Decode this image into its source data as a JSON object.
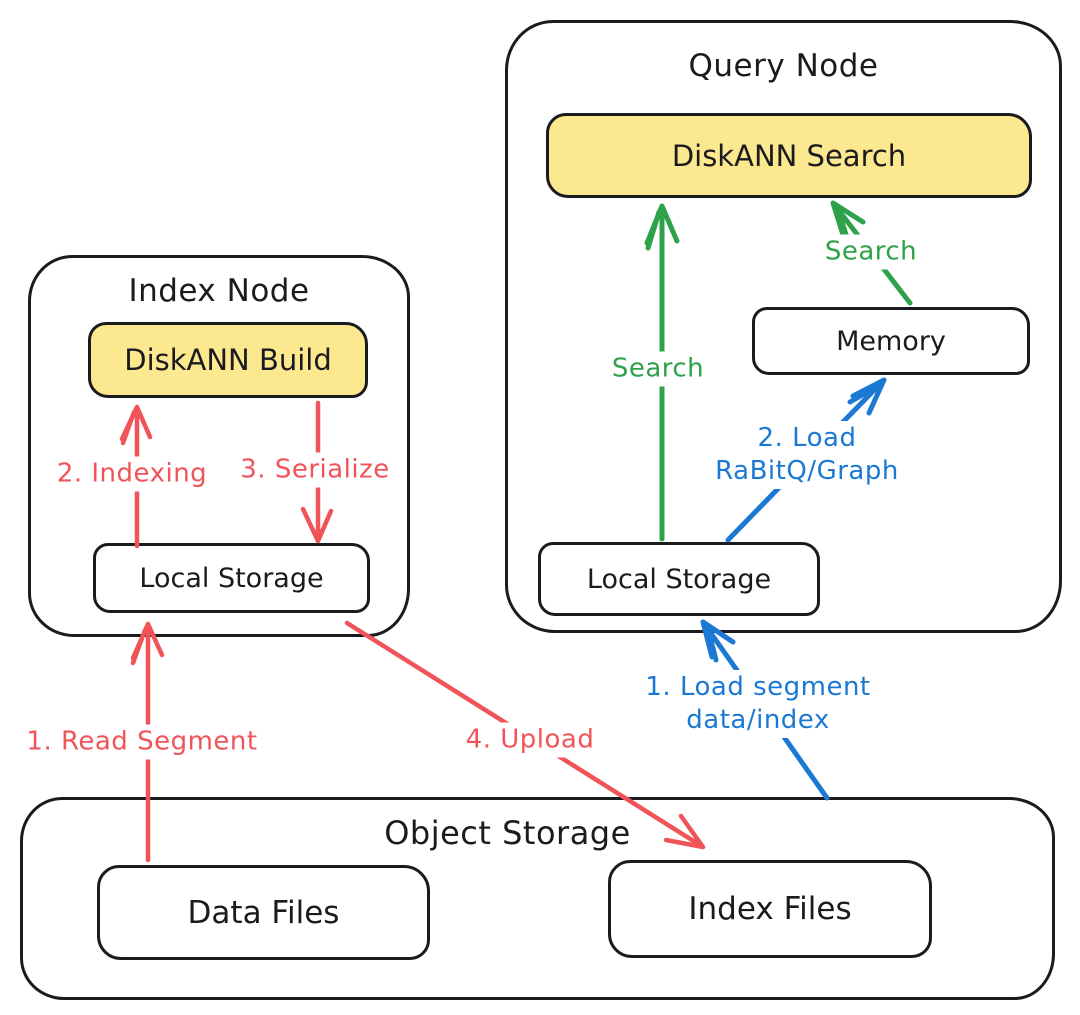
{
  "diagram": {
    "query_node": {
      "title": "Query Node",
      "diskann_search": "DiskANN Search",
      "memory": "Memory",
      "local_storage": "Local Storage"
    },
    "index_node": {
      "title": "Index Node",
      "diskann_build": "DiskANN Build",
      "local_storage": "Local Storage"
    },
    "object_storage": {
      "title": "Object Storage",
      "data_files": "Data Files",
      "index_files": "Index Files"
    },
    "labels": {
      "read_segment": "1. Read Segment",
      "indexing": "2. Indexing",
      "serialize": "3. Serialize",
      "upload": "4. Upload",
      "search_disk": "Search",
      "search_memory": "Search",
      "load_segment_line1": "1. Load segment",
      "load_segment_line2": "data/index",
      "load_rabitq_line1": "2. Load",
      "load_rabitq_line2": "RaBitQ/Graph"
    },
    "colors": {
      "red": "#f05458",
      "green": "#2fa14a",
      "blue": "#1b79d4",
      "yellow_fill": "#fce88f",
      "ink": "#1b1b1f"
    }
  }
}
